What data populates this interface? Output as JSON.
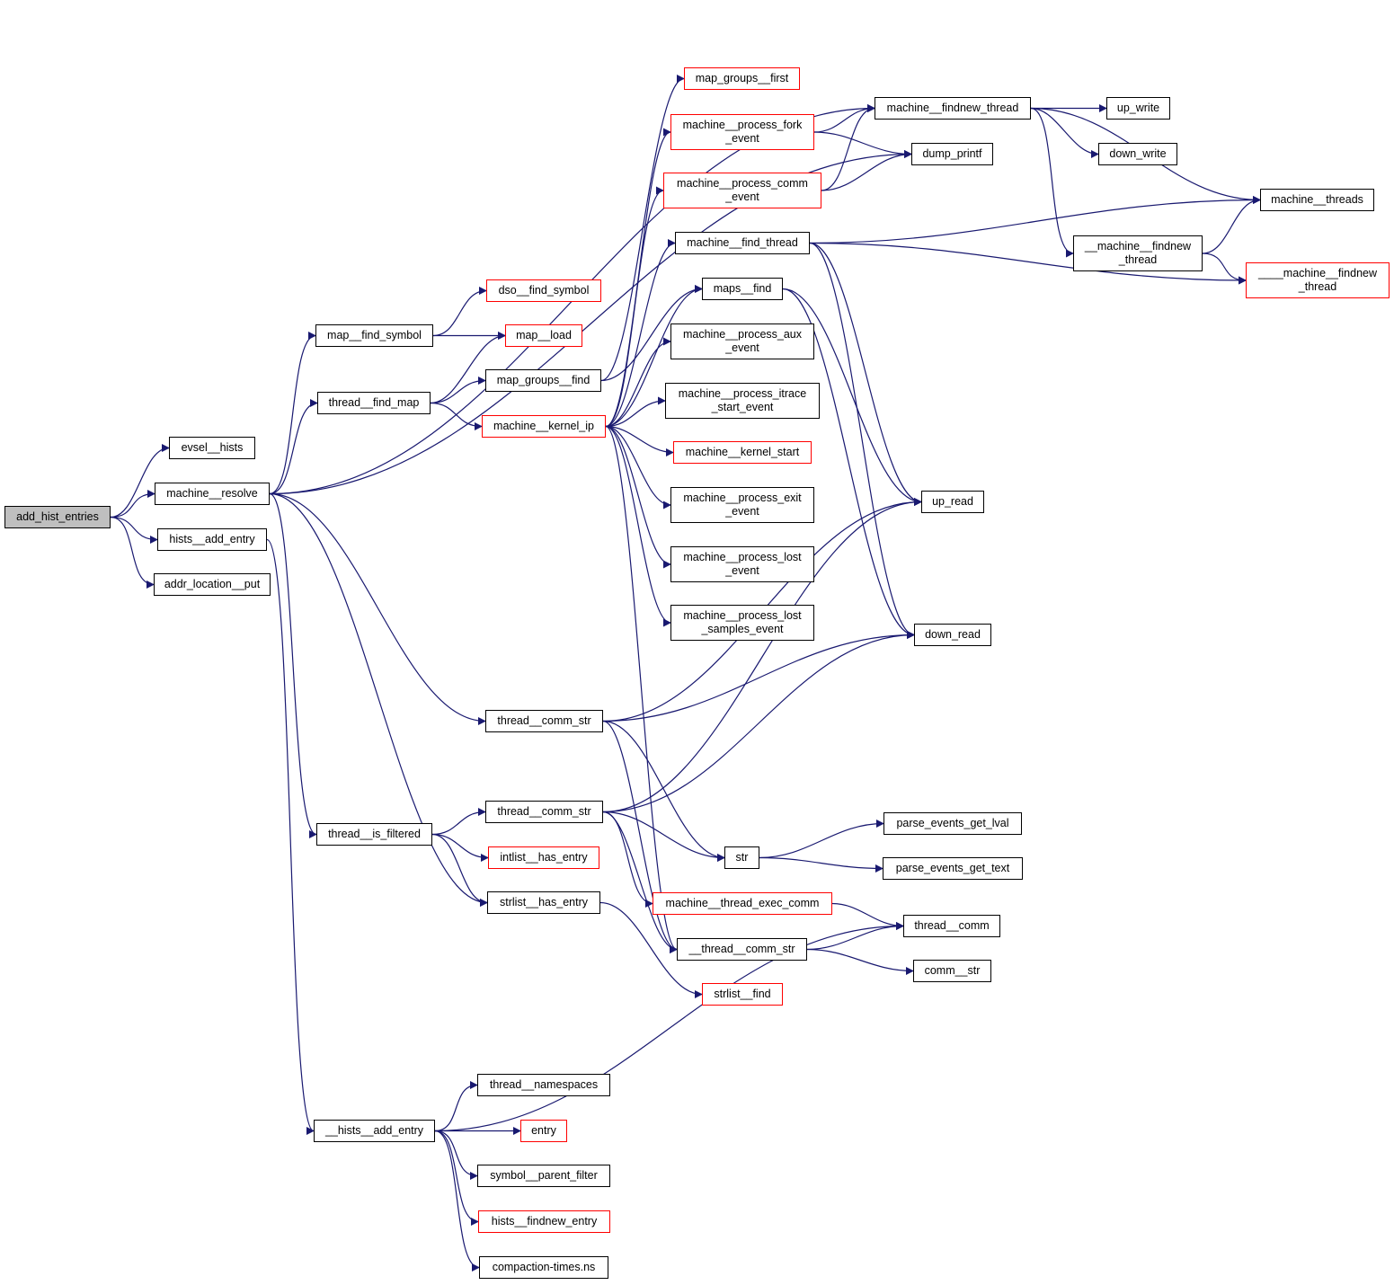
{
  "title": "add_hist_entries call graph",
  "colors": {
    "edge": "#191970",
    "node_border": "#000000",
    "node_border_truncated": "#ff0000",
    "root_fill": "#bfbfbf"
  },
  "nodes": [
    {
      "id": "add_hist_entries",
      "label": "add_hist_entries",
      "style": "root"
    },
    {
      "id": "evsel__hists",
      "label": "evsel__hists",
      "style": "normal"
    },
    {
      "id": "machine__resolve",
      "label": "machine__resolve",
      "style": "normal"
    },
    {
      "id": "hists__add_entry",
      "label": "hists__add_entry",
      "style": "normal"
    },
    {
      "id": "addr_location__put",
      "label": "addr_location__put",
      "style": "normal"
    },
    {
      "id": "map__find_symbol",
      "label": "map__find_symbol",
      "style": "normal"
    },
    {
      "id": "thread__find_map",
      "label": "thread__find_map",
      "style": "normal"
    },
    {
      "id": "dso__find_symbol",
      "label": "dso__find_symbol",
      "style": "red"
    },
    {
      "id": "map__load",
      "label": "map__load",
      "style": "red"
    },
    {
      "id": "map_groups__find",
      "label": "map_groups__find",
      "style": "normal"
    },
    {
      "id": "machine__kernel_ip",
      "label": "machine__kernel_ip",
      "style": "red"
    },
    {
      "id": "map_groups__first",
      "label": "map_groups__first",
      "style": "red"
    },
    {
      "id": "machine__process_fork_event",
      "label": "machine__process_fork\n_event",
      "style": "red"
    },
    {
      "id": "machine__process_comm_event",
      "label": "machine__process_comm\n_event",
      "style": "red"
    },
    {
      "id": "machine__find_thread",
      "label": "machine__find_thread",
      "style": "normal"
    },
    {
      "id": "maps__find",
      "label": "maps__find",
      "style": "normal"
    },
    {
      "id": "machine__process_aux_event",
      "label": "machine__process_aux\n_event",
      "style": "normal"
    },
    {
      "id": "machine__process_itrace_start_event",
      "label": "machine__process_itrace\n_start_event",
      "style": "normal"
    },
    {
      "id": "machine__kernel_start",
      "label": "machine__kernel_start",
      "style": "red"
    },
    {
      "id": "machine__process_exit_event",
      "label": "machine__process_exit\n_event",
      "style": "normal"
    },
    {
      "id": "machine__process_lost_event",
      "label": "machine__process_lost\n_event",
      "style": "normal"
    },
    {
      "id": "machine__process_lost_samples_event",
      "label": "machine__process_lost\n_samples_event",
      "style": "normal"
    },
    {
      "id": "machine__findnew_thread",
      "label": "machine__findnew_thread",
      "style": "normal"
    },
    {
      "id": "dump_printf",
      "label": "dump_printf",
      "style": "normal"
    },
    {
      "id": "up_write",
      "label": "up_write",
      "style": "normal"
    },
    {
      "id": "down_write",
      "label": "down_write",
      "style": "normal"
    },
    {
      "id": "machine__threads",
      "label": "machine__threads",
      "style": "normal"
    },
    {
      "id": "__machine__findnew_thread",
      "label": "__machine__findnew\n_thread",
      "style": "normal"
    },
    {
      "id": "____machine__findnew_thread",
      "label": "____machine__findnew\n_thread",
      "style": "red"
    },
    {
      "id": "up_read",
      "label": "up_read",
      "style": "normal"
    },
    {
      "id": "down_read",
      "label": "down_read",
      "style": "normal"
    },
    {
      "id": "thread__comm_str_a",
      "label": "thread__comm_str",
      "style": "normal"
    },
    {
      "id": "thread__is_filtered",
      "label": "thread__is_filtered",
      "style": "normal"
    },
    {
      "id": "thread__comm_str_b",
      "label": "thread__comm_str",
      "style": "normal"
    },
    {
      "id": "intlist__has_entry",
      "label": "intlist__has_entry",
      "style": "red"
    },
    {
      "id": "strlist__has_entry",
      "label": "strlist__has_entry",
      "style": "normal"
    },
    {
      "id": "str",
      "label": "str",
      "style": "normal"
    },
    {
      "id": "parse_events_get_lval",
      "label": "parse_events_get_lval",
      "style": "normal"
    },
    {
      "id": "parse_events_get_text",
      "label": "parse_events_get_text",
      "style": "normal"
    },
    {
      "id": "machine__thread_exec_comm",
      "label": "machine__thread_exec_comm",
      "style": "red"
    },
    {
      "id": "__thread__comm_str",
      "label": "__thread__comm_str",
      "style": "normal"
    },
    {
      "id": "thread__comm",
      "label": "thread__comm",
      "style": "normal"
    },
    {
      "id": "comm__str",
      "label": "comm__str",
      "style": "normal"
    },
    {
      "id": "strlist__find",
      "label": "strlist__find",
      "style": "red"
    },
    {
      "id": "__hists__add_entry",
      "label": "__hists__add_entry",
      "style": "normal"
    },
    {
      "id": "thread__namespaces",
      "label": "thread__namespaces",
      "style": "normal"
    },
    {
      "id": "entry",
      "label": "entry",
      "style": "red"
    },
    {
      "id": "symbol__parent_filter",
      "label": "symbol__parent_filter",
      "style": "normal"
    },
    {
      "id": "hists__findnew_entry",
      "label": "hists__findnew_entry",
      "style": "red"
    },
    {
      "id": "compaction_times_ns",
      "label": "compaction-times.ns",
      "style": "normal"
    }
  ],
  "edges": [
    [
      "add_hist_entries",
      "evsel__hists"
    ],
    [
      "add_hist_entries",
      "machine__resolve"
    ],
    [
      "add_hist_entries",
      "hists__add_entry"
    ],
    [
      "add_hist_entries",
      "addr_location__put"
    ],
    [
      "machine__resolve",
      "map__find_symbol"
    ],
    [
      "machine__resolve",
      "thread__find_map"
    ],
    [
      "machine__resolve",
      "machine__findnew_thread"
    ],
    [
      "machine__resolve",
      "dump_printf"
    ],
    [
      "machine__resolve",
      "thread__comm_str_a"
    ],
    [
      "machine__resolve",
      "thread__is_filtered"
    ],
    [
      "machine__resolve",
      "strlist__has_entry"
    ],
    [
      "hists__add_entry",
      "__hists__add_entry"
    ],
    [
      "map__find_symbol",
      "dso__find_symbol"
    ],
    [
      "map__find_symbol",
      "map__load"
    ],
    [
      "thread__find_map",
      "map__load"
    ],
    [
      "thread__find_map",
      "map_groups__find"
    ],
    [
      "thread__find_map",
      "machine__kernel_ip"
    ],
    [
      "map_groups__find",
      "map_groups__first"
    ],
    [
      "map_groups__find",
      "maps__find"
    ],
    [
      "machine__kernel_ip",
      "machine__process_fork_event"
    ],
    [
      "machine__kernel_ip",
      "machine__process_comm_event"
    ],
    [
      "machine__kernel_ip",
      "machine__find_thread"
    ],
    [
      "machine__kernel_ip",
      "maps__find"
    ],
    [
      "machine__kernel_ip",
      "machine__process_aux_event"
    ],
    [
      "machine__kernel_ip",
      "machine__process_itrace_start_event"
    ],
    [
      "machine__kernel_ip",
      "machine__kernel_start"
    ],
    [
      "machine__kernel_ip",
      "machine__process_exit_event"
    ],
    [
      "machine__kernel_ip",
      "machine__process_lost_event"
    ],
    [
      "machine__kernel_ip",
      "machine__process_lost_samples_event"
    ],
    [
      "machine__kernel_ip",
      "__thread__comm_str"
    ],
    [
      "machine__process_fork_event",
      "machine__findnew_thread"
    ],
    [
      "machine__process_fork_event",
      "dump_printf"
    ],
    [
      "machine__process_comm_event",
      "machine__findnew_thread"
    ],
    [
      "machine__process_comm_event",
      "dump_printf"
    ],
    [
      "machine__find_thread",
      "machine__threads"
    ],
    [
      "machine__find_thread",
      "____machine__findnew_thread"
    ],
    [
      "machine__find_thread",
      "up_read"
    ],
    [
      "machine__find_thread",
      "down_read"
    ],
    [
      "maps__find",
      "up_read"
    ],
    [
      "maps__find",
      "down_read"
    ],
    [
      "machine__findnew_thread",
      "up_write"
    ],
    [
      "machine__findnew_thread",
      "down_write"
    ],
    [
      "machine__findnew_thread",
      "machine__threads"
    ],
    [
      "machine__findnew_thread",
      "__machine__findnew_thread"
    ],
    [
      "__machine__findnew_thread",
      "machine__threads"
    ],
    [
      "__machine__findnew_thread",
      "____machine__findnew_thread"
    ],
    [
      "thread__comm_str_a",
      "up_read"
    ],
    [
      "thread__comm_str_a",
      "down_read"
    ],
    [
      "thread__comm_str_a",
      "str"
    ],
    [
      "thread__comm_str_a",
      "__thread__comm_str"
    ],
    [
      "thread__is_filtered",
      "thread__comm_str_b"
    ],
    [
      "thread__is_filtered",
      "intlist__has_entry"
    ],
    [
      "thread__is_filtered",
      "strlist__has_entry"
    ],
    [
      "thread__comm_str_b",
      "up_read"
    ],
    [
      "thread__comm_str_b",
      "down_read"
    ],
    [
      "thread__comm_str_b",
      "str"
    ],
    [
      "thread__comm_str_b",
      "machine__thread_exec_comm"
    ],
    [
      "thread__comm_str_b",
      "__thread__comm_str"
    ],
    [
      "strlist__has_entry",
      "strlist__find"
    ],
    [
      "str",
      "parse_events_get_lval"
    ],
    [
      "str",
      "parse_events_get_text"
    ],
    [
      "machine__thread_exec_comm",
      "thread__comm"
    ],
    [
      "__thread__comm_str",
      "thread__comm"
    ],
    [
      "__thread__comm_str",
      "comm__str"
    ],
    [
      "__hists__add_entry",
      "thread__comm"
    ],
    [
      "__hists__add_entry",
      "thread__namespaces"
    ],
    [
      "__hists__add_entry",
      "entry"
    ],
    [
      "__hists__add_entry",
      "symbol__parent_filter"
    ],
    [
      "__hists__add_entry",
      "hists__findnew_entry"
    ],
    [
      "__hists__add_entry",
      "compaction_times_ns"
    ]
  ]
}
